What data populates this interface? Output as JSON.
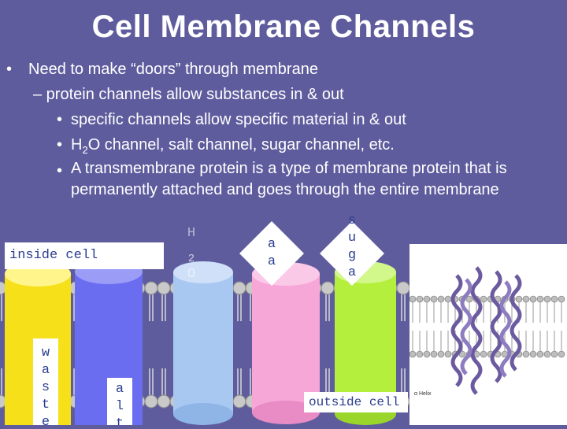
{
  "slide": {
    "title": "Cell Membrane Channels",
    "bullet_main": "Need to make “doors” through membrane",
    "sub_bullet": "– protein channels allow substances in & out",
    "sub_sub": {
      "b1": "specific channels allow specific material in & out",
      "b2_pre": "H",
      "b2_sub": "2",
      "b2_post": "O channel, salt channel, sugar channel, etc.",
      "b3": "A transmembrane protein is a type of membrane protein that is permanently attached and goes through the entire membrane"
    },
    "bullet_char": "•"
  },
  "diagram": {
    "inside_label": "inside cell",
    "outside_label": "outside cell",
    "channel_letters": {
      "waste": [
        "w",
        "a",
        "s",
        "t",
        "e"
      ],
      "salt": [
        "a",
        "l",
        "t"
      ],
      "h2o": [
        "H",
        "2",
        "O"
      ],
      "aa": [
        "a",
        "a"
      ],
      "sugar": [
        "s",
        "u",
        "g",
        "a"
      ]
    },
    "colors": {
      "background": "#5f5c9e",
      "waste_channel": "#f5e01a",
      "salt_channel": "#6a6df0",
      "h2o_channel": "#a8c8f2",
      "aa_channel": "#f7a6d8",
      "sugar_channel": "#b4ef3d",
      "label_text": "#2a3d8f"
    }
  },
  "photo": {
    "caption": "α Helix"
  }
}
